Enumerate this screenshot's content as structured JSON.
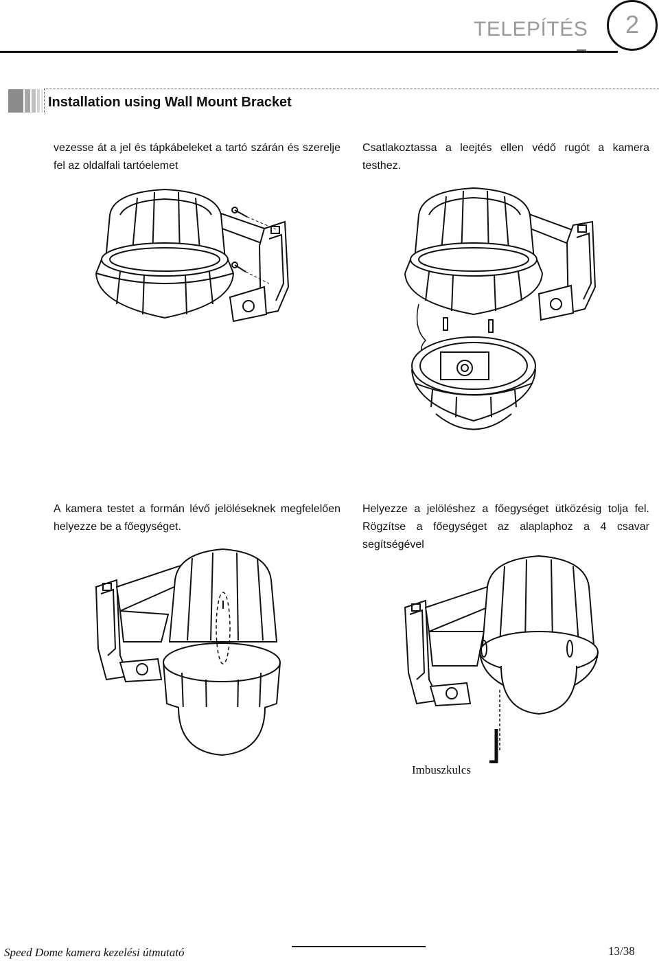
{
  "header": {
    "chapter_title": "TELEPÍTÉS",
    "chapter_number": "2"
  },
  "section": {
    "title": "Installation using Wall Mount Bracket"
  },
  "steps": [
    {
      "caption": "vezesse át a jel és tápkábeleket a tartó szárán és szerelje fel az oldalfali tartóelemet"
    },
    {
      "caption": "Csatlakoztassa a leejtés ellen védő rugót a kamera testhez."
    },
    {
      "caption": "A kamera testet a formán lévő jelöléseknek megfelelően helyezze be a főegységet."
    },
    {
      "caption": "Helyezze a jelöléshez a főegységet ütközésig tolja fel. Rögzítse a főegységet az alaplaphoz a 4 csavar segítségével"
    }
  ],
  "figure_labels": {
    "tool": "Imbuszkulcs"
  },
  "footer": {
    "manual_title": "Speed Dome kamera kezelési útmutató",
    "page": "13/38"
  }
}
